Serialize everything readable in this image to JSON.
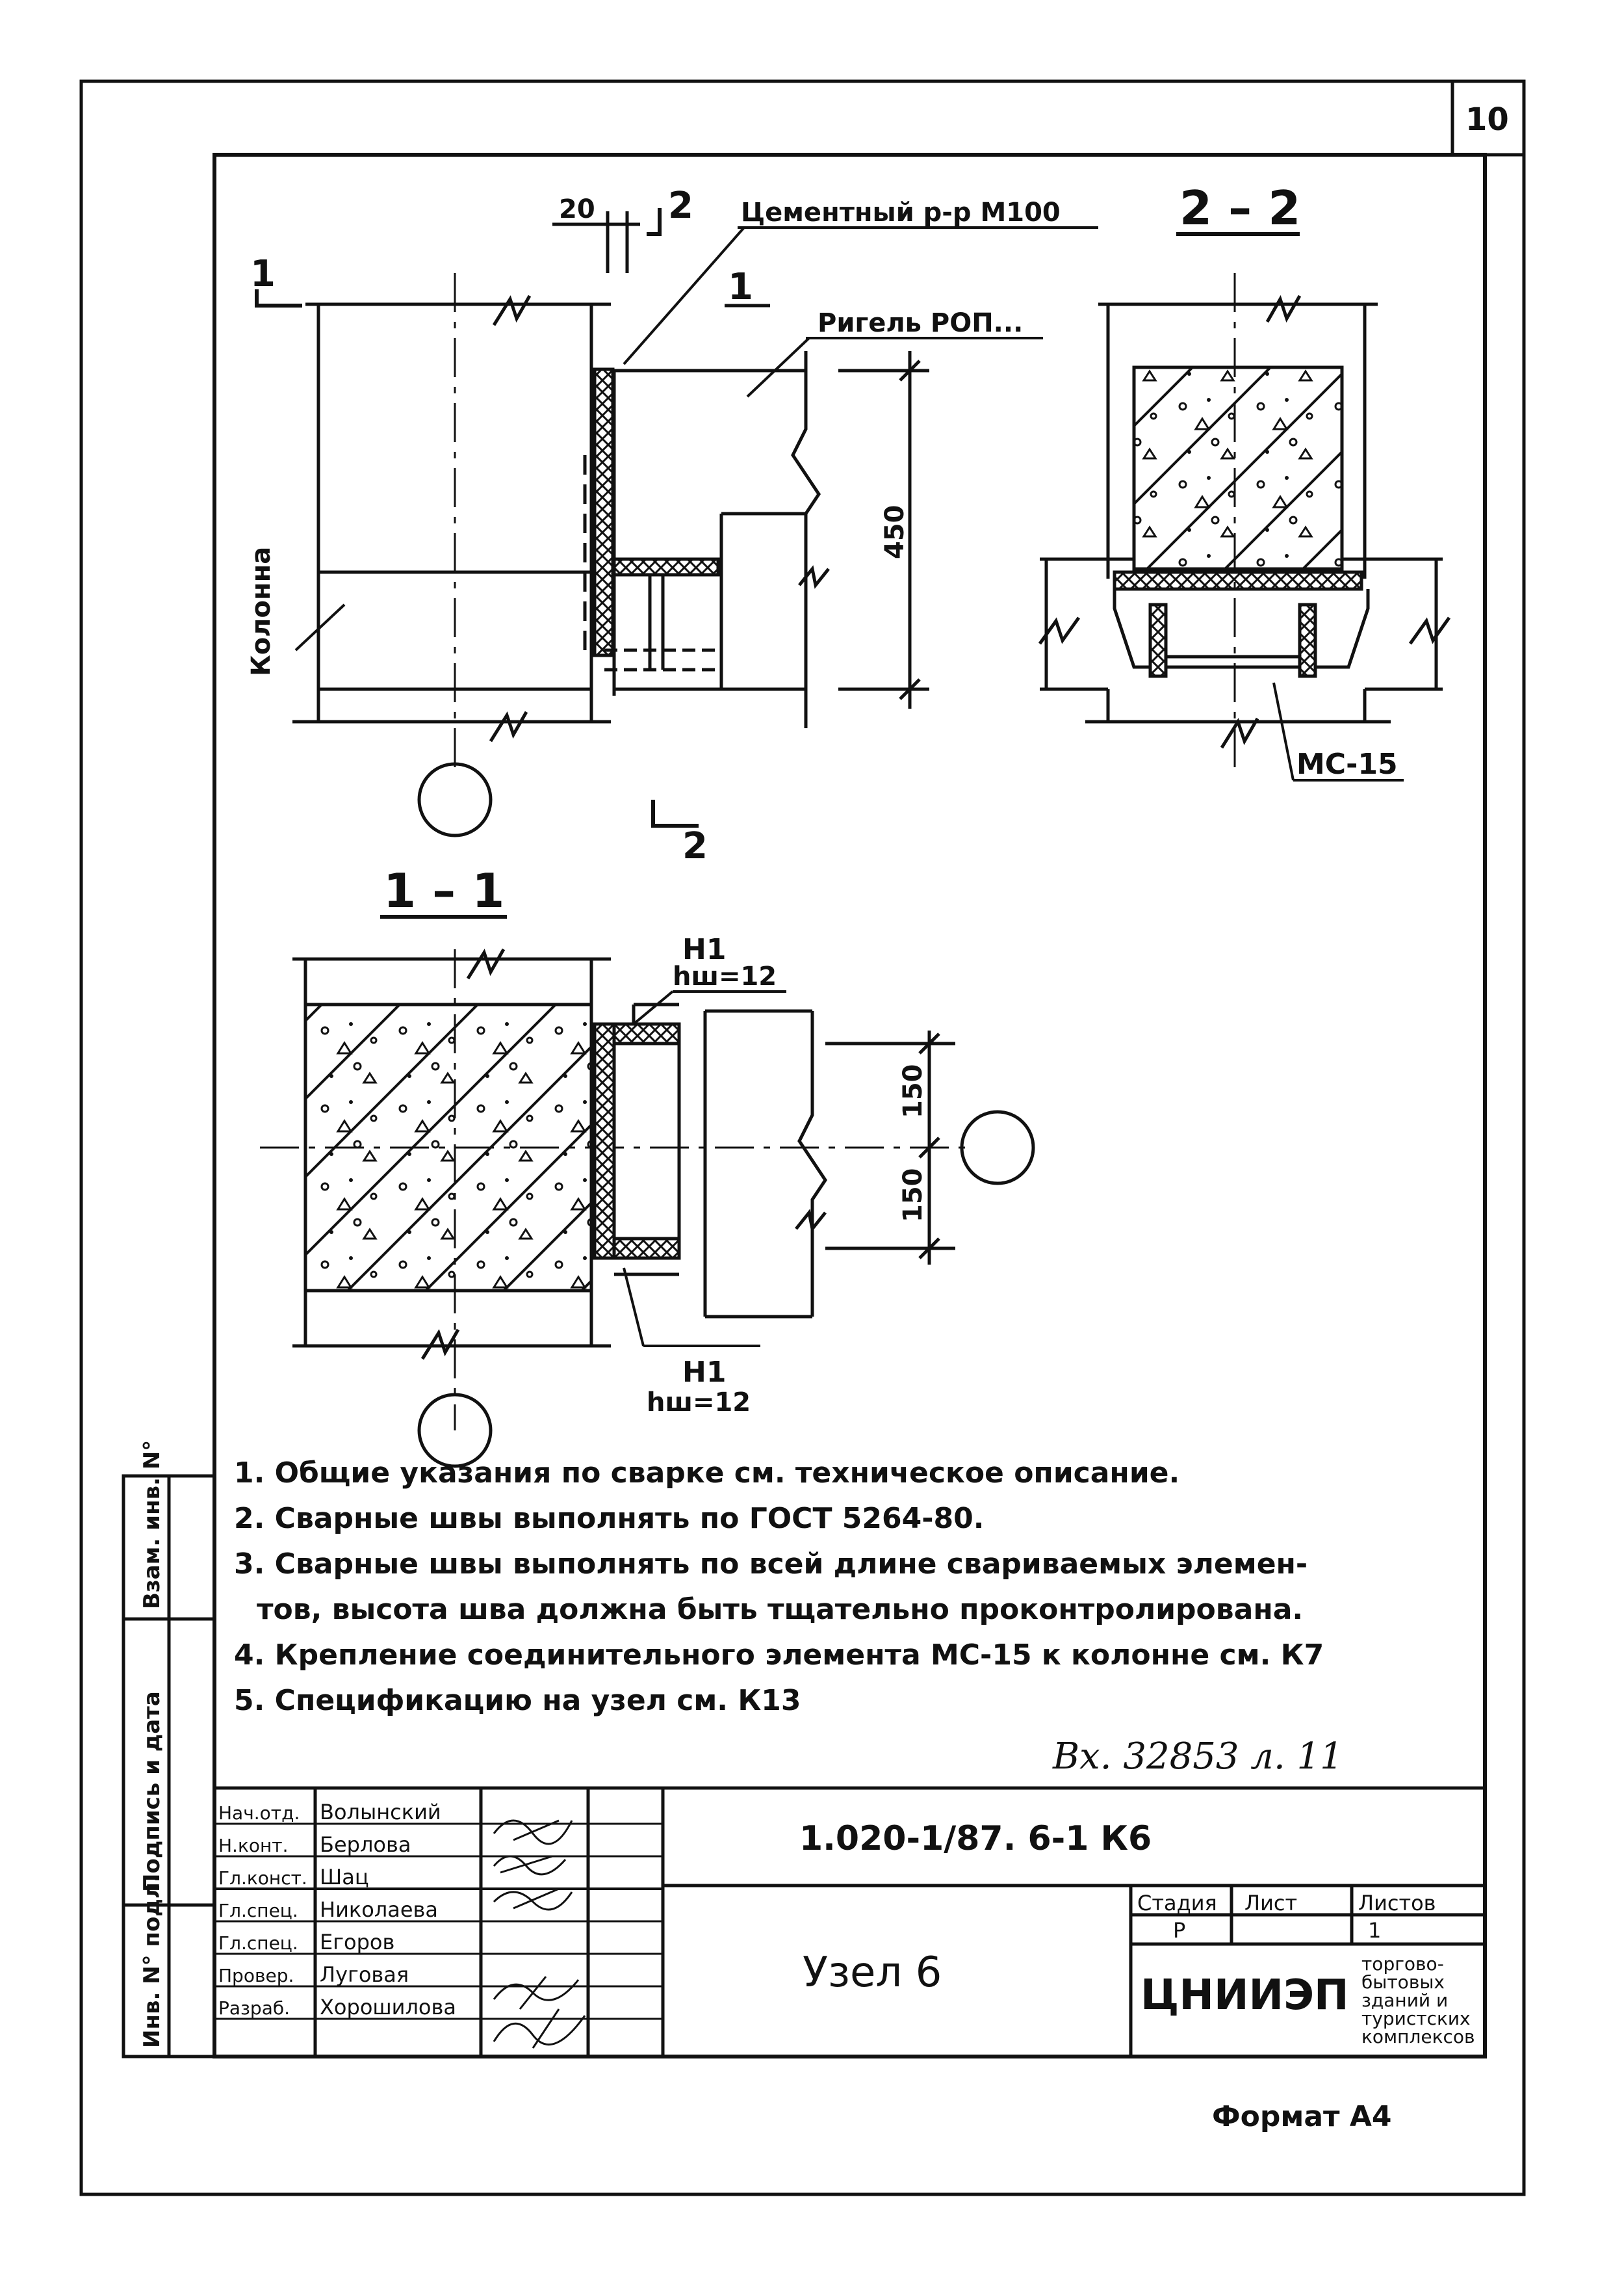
{
  "sheet_number": "10",
  "view_main": {
    "dim_gap": "20",
    "section_2_mark": "2",
    "section_1_mark": "1",
    "mortar_label": "Цементный р-р М100",
    "girder_label": "Ригель РОП...",
    "column_label": "Колонна",
    "height_dim": "450",
    "section_2_bottom": "2"
  },
  "section_2_2": {
    "title": "2 – 2",
    "element_label": "МС-15"
  },
  "section_1_1": {
    "title": "1 – 1",
    "weld_top": "Н1",
    "weld_top_h": "hш=12",
    "weld_bottom": "Н1",
    "weld_bottom_h": "hш=12",
    "dim_upper": "150",
    "dim_lower": "150"
  },
  "notes": [
    "1. Общие указания по сварке см. техническое описание.",
    "2. Сварные швы выполнять по ГОСТ 5264-80.",
    "3. Сварные швы выполнять по всей длине свариваемых элемен-",
    "тов, высота шва должна быть тщательно проконтролирована.",
    "4. Крепление соединительного элемента МС-15 к колонне см. К7",
    "5. Спецификацию на узел см. К13"
  ],
  "handwritten_ref": "Вх. 32853 л. 11",
  "side_labels": [
    "Инв. N° подл.",
    "Подпись и дата",
    "Взам. инв. N°"
  ],
  "title_block": {
    "doc_code": "1.020-1/87. 6-1  К6",
    "title": "Узел 6",
    "col_stage": "Стадия",
    "col_sheet": "Лист",
    "col_sheets": "Листов",
    "stage": "Р",
    "sheet": "1",
    "sheets": "",
    "org_logo": "ЦНИИЭП",
    "org_text": [
      "торгово-",
      "бытовых",
      "зданий и",
      "туристских",
      "комплексов"
    ],
    "rows": [
      {
        "role": "Нач.отд.",
        "name": "Волынский"
      },
      {
        "role": "Н.конт.",
        "name": "Берлова"
      },
      {
        "role": "Гл.конст.",
        "name": "Шац"
      },
      {
        "role": "Гл.спец.",
        "name": "Николаева"
      },
      {
        "role": "Гл.спец.",
        "name": "Егоров"
      },
      {
        "role": "Провер.",
        "name": "Луговая"
      },
      {
        "role": "Разраб.",
        "name": "Хорошилова"
      }
    ]
  },
  "format": "Формат А4"
}
